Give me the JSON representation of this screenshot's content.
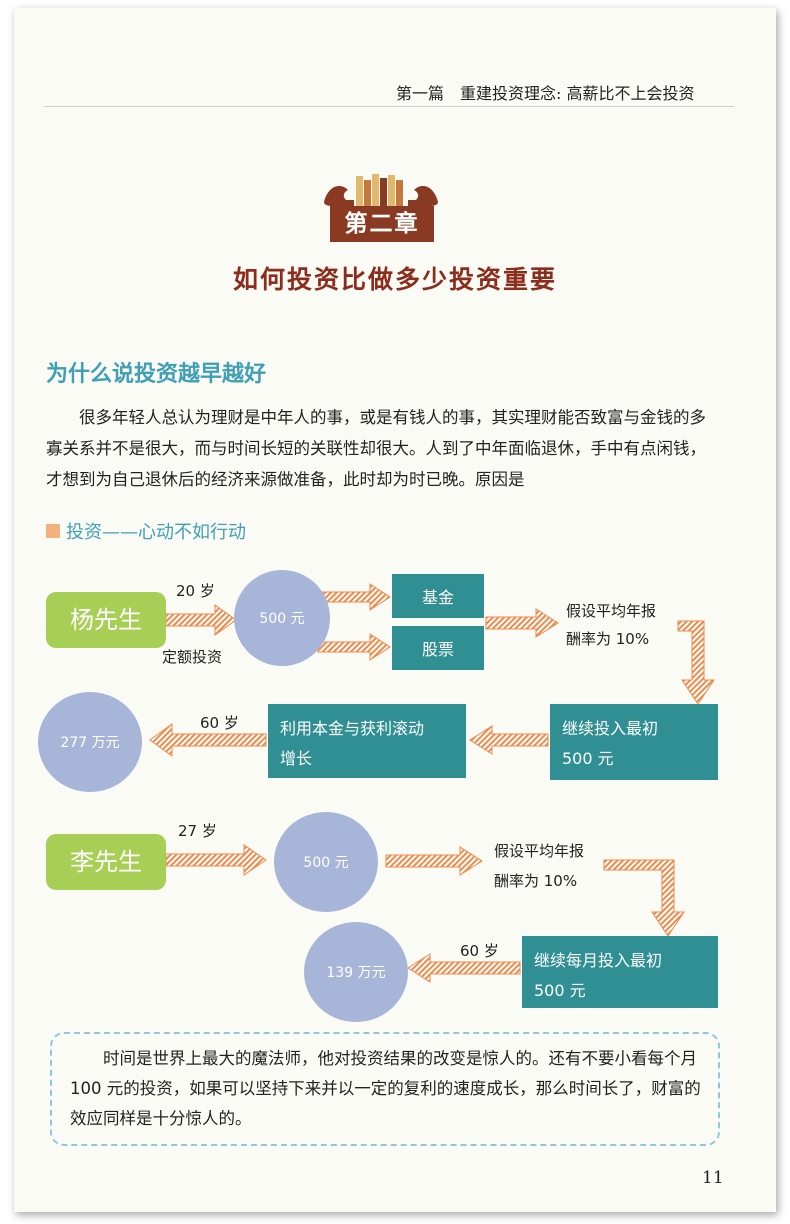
{
  "header": {
    "running_head": "第一篇　重建投资理念: 高薪比不上会投资"
  },
  "chapter": {
    "label": "第二章",
    "title": "如何投资比做多少投资重要"
  },
  "section": {
    "heading": "为什么说投资越早越好",
    "paragraph": "很多年轻人总认为理财是中年人的事，或是有钱人的事，其实理财能否致富与金钱的多寡关系并不是很大，而与时间长短的关联性却很大。人到了中年面临退休，手中有点闲钱，才想到为自己退休后的经济来源做准备，此时却为时已晚。原因是",
    "subheading": "投资——心动不如行动"
  },
  "diagram": {
    "yang": {
      "name": "杨先生",
      "age_label": "20 岁",
      "method_label": "定额投资",
      "amount": "500 元",
      "fund": "基金",
      "stock": "股票",
      "assumption_line1": "假设平均年报",
      "assumption_line2": "酬率为 10%",
      "continue_line1": "继续投入最初",
      "continue_line2": "500 元",
      "growth_line1": "利用本金与获利滚动",
      "growth_line2": "增长",
      "end_age": "60 岁",
      "result": "277 万元"
    },
    "li": {
      "name": "李先生",
      "age_label": "27 岁",
      "amount": "500 元",
      "assumption_line1": "假设平均年报",
      "assumption_line2": "酬率为 10%",
      "continue_line1": "继续每月投入最初",
      "continue_line2": "500 元",
      "end_age": "60 岁",
      "result": "139 万元"
    }
  },
  "quote": "时间是世界上最大的魔法师，他对投资结果的改变是惊人的。还有不要小看每个月 100 元的投资，如果可以坚持下来并以一定的复利的速度成长，那么时间长了，财富的效应同样是十分惊人的。",
  "page_number": "11",
  "colors": {
    "chapter_bg": "#8a3a22",
    "title": "#8b2c1c",
    "accent_blue": "#3f9fb5",
    "person_green": "#a8cf55",
    "circle_blue": "#a7b5d9",
    "teal": "#2f8f93",
    "arrow_orange": "#ee8a4a"
  }
}
